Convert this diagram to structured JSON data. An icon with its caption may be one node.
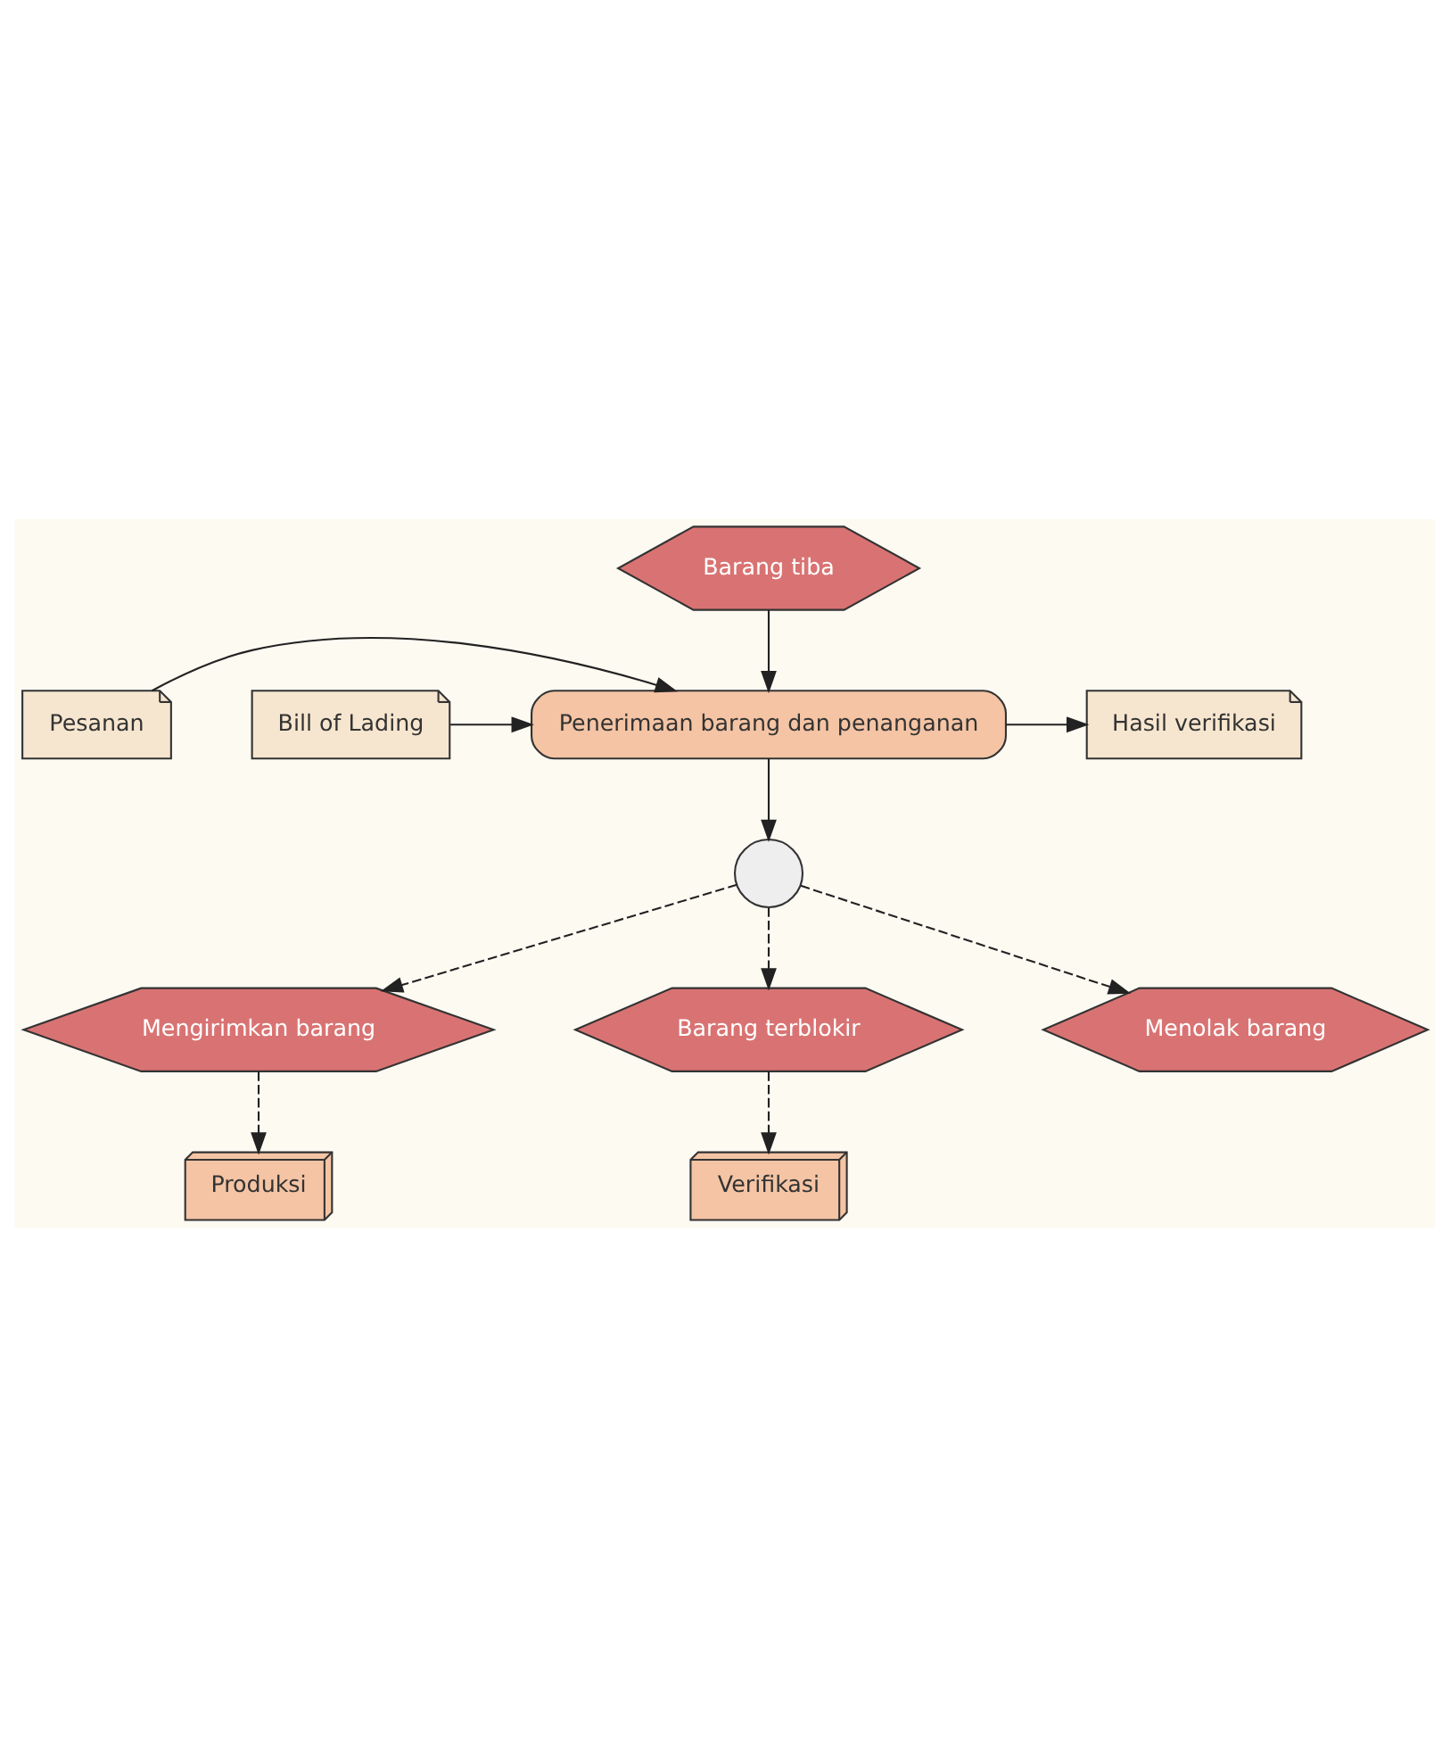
{
  "diagram": {
    "nodes": [
      {
        "text": [
          "Barang tiba"
        ]
      },
      {
        "text": [
          "Pesanan"
        ]
      },
      {
        "text": [
          "Bill of Lading"
        ]
      },
      {
        "text": [
          "Penerimaan barang dan penanganan"
        ]
      },
      {
        "text": [
          "Hasil verifikasi"
        ]
      },
      {
        "text": [],
        "shape": "circle"
      },
      {
        "text": [
          "Mengirimkan barang"
        ]
      },
      {
        "text": [
          "Barang terblokir"
        ]
      },
      {
        "text": [
          "Menolak barang"
        ]
      },
      {
        "text": [
          "Produksi"
        ]
      },
      {
        "text": [
          "Verifikasi"
        ]
      }
    ],
    "edges": [
      {
        "from": 0,
        "to": 3,
        "arrow": "to"
      },
      {
        "from": 1,
        "to": 3,
        "arrow": "to"
      },
      {
        "from": 2,
        "to": 3,
        "arrow": "to"
      },
      {
        "from": 3,
        "to": 4,
        "arrow": "to"
      },
      {
        "from": 3,
        "to": 5,
        "arrow": "to"
      },
      {
        "from": 5,
        "to": 6,
        "arrow": "to",
        "style": "dashed"
      },
      {
        "from": 5,
        "to": 7,
        "arrow": "to",
        "style": "dashed"
      },
      {
        "from": 5,
        "to": 8,
        "arrow": "to",
        "style": "dashed"
      },
      {
        "from": 6,
        "to": 9,
        "arrow": "to",
        "style": "dashed"
      },
      {
        "from": 7,
        "to": 10,
        "arrow": "to",
        "style": "dashed"
      }
    ]
  }
}
